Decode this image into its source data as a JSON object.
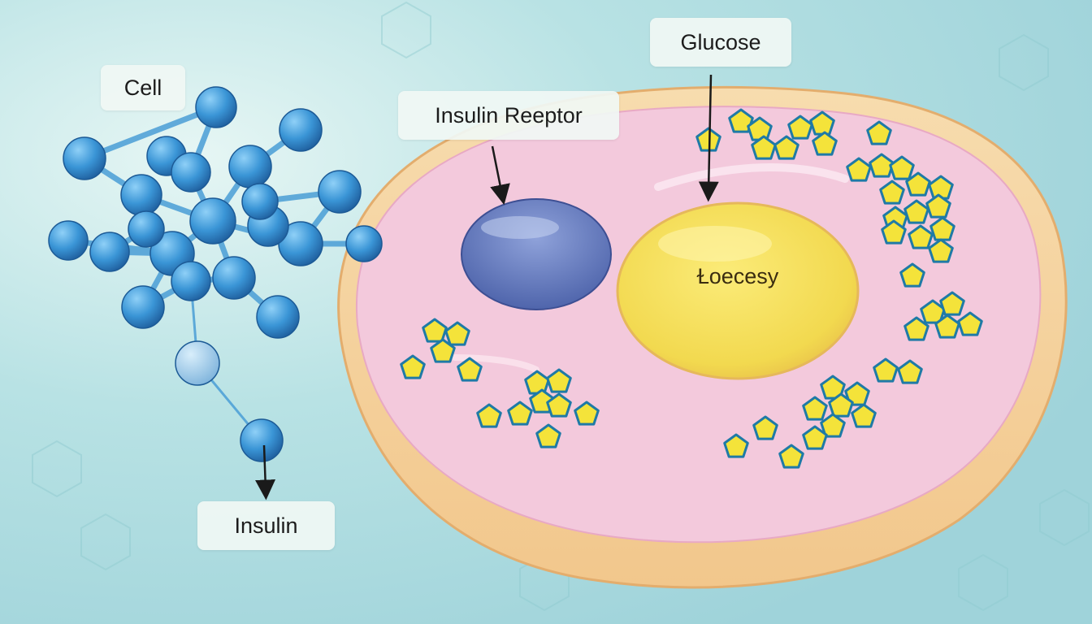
{
  "labels": {
    "cell": "Cell",
    "insulin_receptor": "Insulin Reeptor",
    "glucose": "Glucose",
    "insulin": "Insulin",
    "organelle": "Ɫoecesy"
  },
  "colors": {
    "background": "#a9dbe0",
    "cell_rim": "#f6d49c",
    "cell_body": "#f3c9dc",
    "receptor": "#5c73b8",
    "nucleus": "#f2dd5a",
    "glucose_fill": "#f4e33a",
    "glucose_outline": "#1f7aa6",
    "insulin_atom": "#3a95d6",
    "arrow": "#1a1a1a"
  }
}
